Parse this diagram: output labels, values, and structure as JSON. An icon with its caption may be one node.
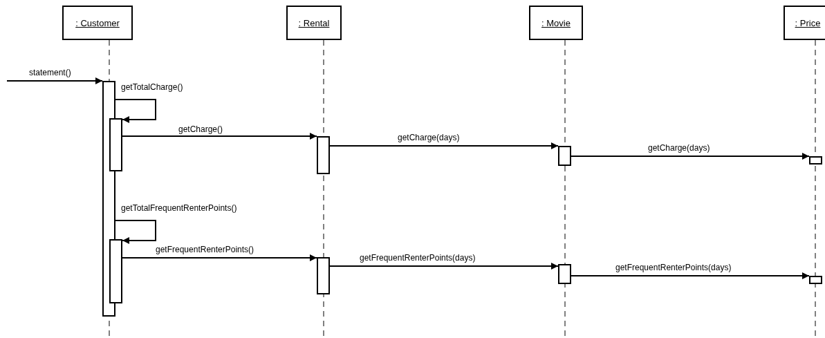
{
  "diagram": {
    "nodes": [
      {
        "text": [
          ": Customer"
        ]
      },
      {
        "text": [
          ": Rental"
        ]
      },
      {
        "text": [
          ": Movie"
        ]
      },
      {
        "text": [
          ": Price"
        ]
      },
      {
        "text": [],
        "shape": "bar"
      },
      {
        "text": [],
        "shape": "bar"
      },
      {
        "text": [],
        "shape": "bar"
      },
      {
        "text": [],
        "shape": "bar"
      },
      {
        "text": [],
        "shape": "bar"
      },
      {
        "text": [],
        "shape": "bar"
      },
      {
        "text": [],
        "shape": "bar"
      },
      {
        "text": [],
        "shape": "bar"
      },
      {
        "text": [],
        "shape": "bar"
      }
    ],
    "edges": [
      {
        "from": null,
        "to": 4,
        "arrow": "to",
        "label": "statement()"
      },
      {
        "from": 4,
        "to": 5,
        "arrow": "to",
        "label": "getTotalCharge()"
      },
      {
        "from": 5,
        "to": 6,
        "arrow": "to",
        "label": "getCharge()"
      },
      {
        "from": 6,
        "to": 7,
        "arrow": "to",
        "label": "getCharge(days)"
      },
      {
        "from": 7,
        "to": 8,
        "arrow": "to",
        "label": "getCharge(days)"
      },
      {
        "from": 4,
        "to": 9,
        "arrow": "to",
        "label": "getTotalFrequentRenterPoints()"
      },
      {
        "from": 9,
        "to": 10,
        "arrow": "to",
        "label": "getFrequentRenterPoints()"
      },
      {
        "from": 10,
        "to": 11,
        "arrow": "to",
        "label": "getFrequentRenterPoints(days)"
      },
      {
        "from": 11,
        "to": 12,
        "arrow": "to",
        "label": "getFrequentRenterPoints(days)"
      }
    ]
  }
}
